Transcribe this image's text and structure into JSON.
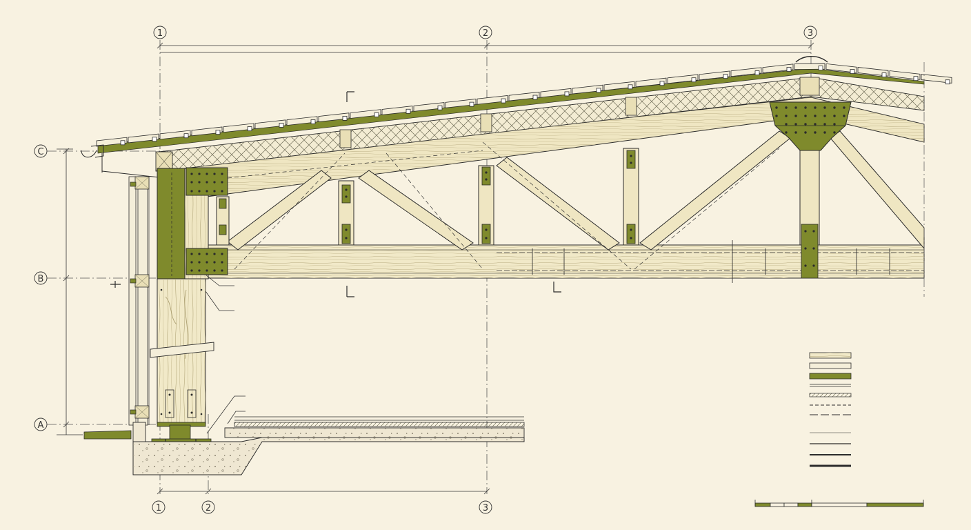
{
  "grid": {
    "top": [
      "1",
      "2",
      "3"
    ],
    "bottom": [
      "1",
      "2",
      "3"
    ],
    "left": [
      "C",
      "B",
      "A"
    ]
  },
  "colors": {
    "paper": "#f8f2e1",
    "line": "#2b2b2b",
    "steel": "#7f8a2c",
    "timber_light": "#f1e9c8",
    "timber": "#e9dfb6",
    "concrete": "#efe7d2"
  },
  "legend": {
    "entries": [
      {
        "symbol": "timber-grain-swatch"
      },
      {
        "symbol": "timber-light-swatch"
      },
      {
        "symbol": "steel-plate-swatch"
      },
      {
        "symbol": "double-line"
      },
      {
        "symbol": "hatched-band"
      },
      {
        "symbol": "dashed-line"
      },
      {
        "symbol": "long-dash-line"
      },
      {
        "symbol": "thin-line"
      },
      {
        "symbol": "medium-line"
      },
      {
        "symbol": "thick-line"
      },
      {
        "symbol": "heavy-line"
      }
    ]
  }
}
